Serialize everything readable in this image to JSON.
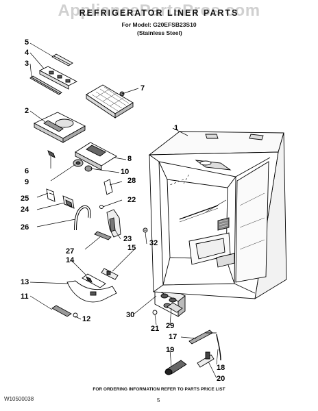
{
  "header": {
    "watermark": "AppliancePartsPros.com",
    "title": "REFRIGERATOR LINER PARTS",
    "model_line": "For Model: G20EFSB23S10",
    "finish": "(Stainless Steel)"
  },
  "footer": {
    "ordering_note": "FOR ORDERING INFORMATION REFER TO PARTS PRICE LIST",
    "document_number": "W10500038",
    "page_number": "5"
  },
  "callouts": {
    "c1": "1",
    "c2": "2",
    "c3": "3",
    "c4": "4",
    "c5": "5",
    "c6": "6",
    "c7": "7",
    "c8": "8",
    "c9": "9",
    "c10": "10",
    "c11": "11",
    "c12": "12",
    "c13": "13",
    "c14": "14",
    "c15": "15",
    "c17": "17",
    "c18": "18",
    "c19": "19",
    "c20": "20",
    "c21": "21",
    "c22": "22",
    "c23": "23",
    "c24": "24",
    "c25": "25",
    "c26": "26",
    "c27": "27",
    "c28": "28",
    "c29": "29",
    "c30": "30",
    "c32": "32"
  },
  "colors": {
    "ink": "#000000",
    "paper": "#ffffff",
    "shade": "#8a8a8a"
  }
}
